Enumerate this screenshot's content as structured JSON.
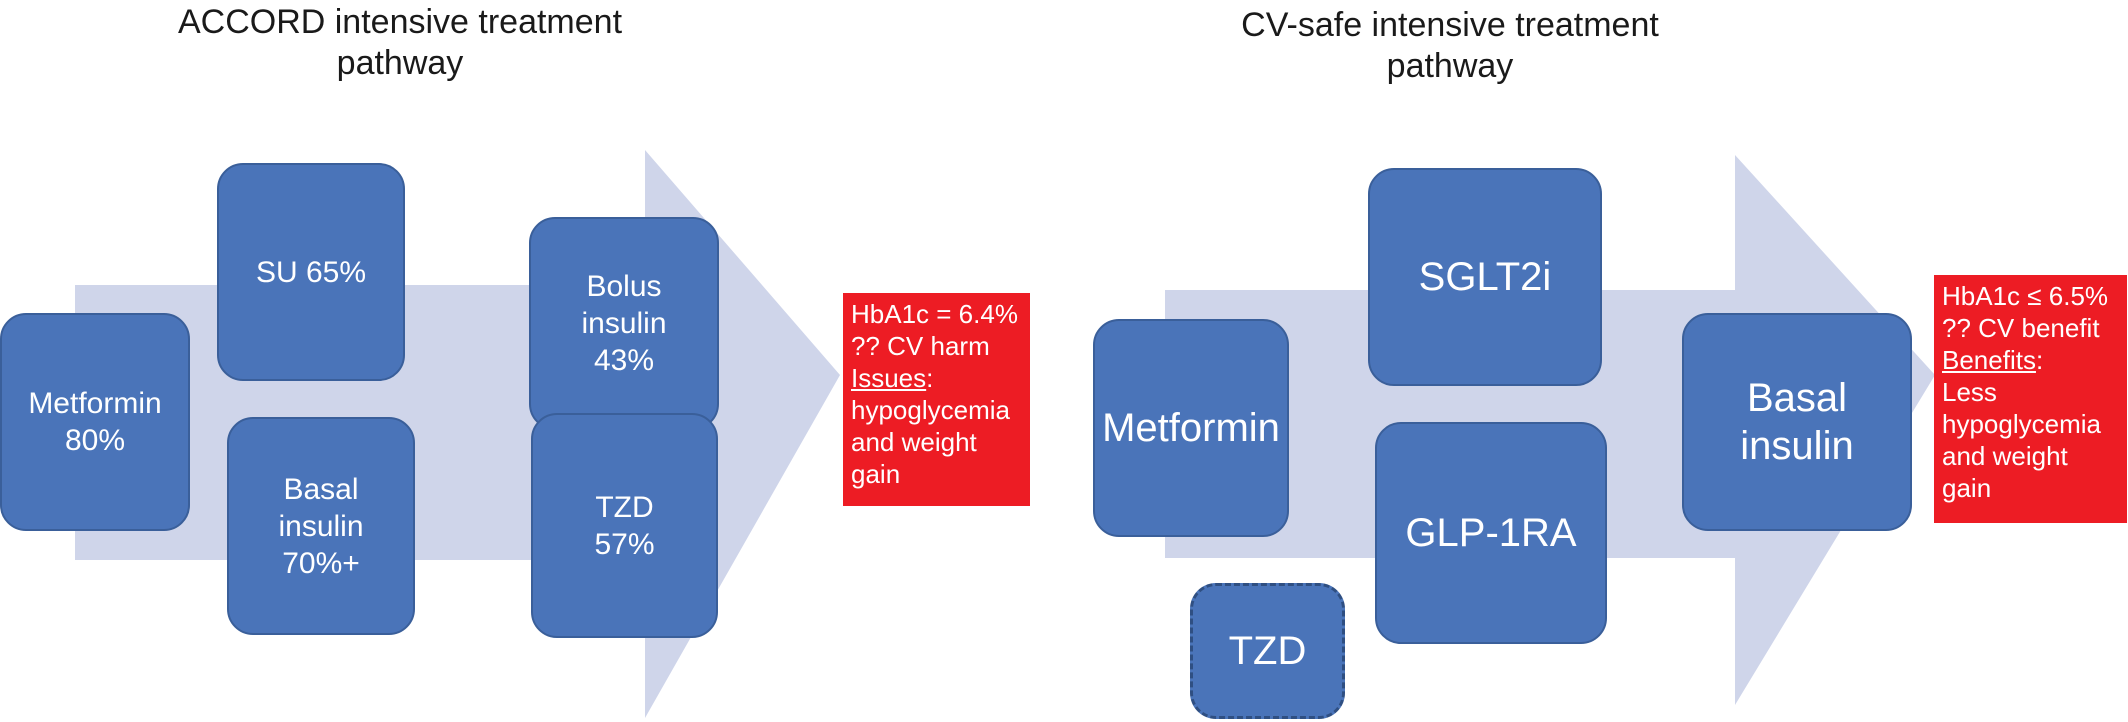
{
  "left_panel": {
    "title": "ACCORD intensive treatment\npathway",
    "boxes": {
      "metformin": "Metformin\n80%",
      "su": "SU 65%",
      "basal": "Basal\ninsulin\n70%+",
      "bolus": "Bolus\ninsulin\n43%",
      "tzd": "TZD\n57%"
    },
    "note": {
      "line1": "HbA1c = 6.4%",
      "line2": "?? CV harm",
      "issues_label": "Issues",
      "issues_colon": ":",
      "line4": "hypoglycemia",
      "line5": "and weight",
      "line6": "gain"
    }
  },
  "right_panel": {
    "title": "CV-safe intensive treatment\npathway",
    "boxes": {
      "metformin": "Metformin",
      "sglt2i": "SGLT2i",
      "glp1ra": "GLP-1RA",
      "tzd": "TZD",
      "basal": "Basal\ninsulin"
    },
    "note": {
      "line1": "HbA1c ≤ 6.5%",
      "line2": "?? CV benefit",
      "benefits_label": "Benefits",
      "benefits_colon": ":",
      "line4": "Less",
      "line5": "hypoglycemia",
      "line6": "and weight",
      "line7": "gain"
    }
  },
  "colors": {
    "arrow": "#cfd5ea",
    "box_fill": "#4a74b9",
    "note_fill": "#ed1c24"
  }
}
